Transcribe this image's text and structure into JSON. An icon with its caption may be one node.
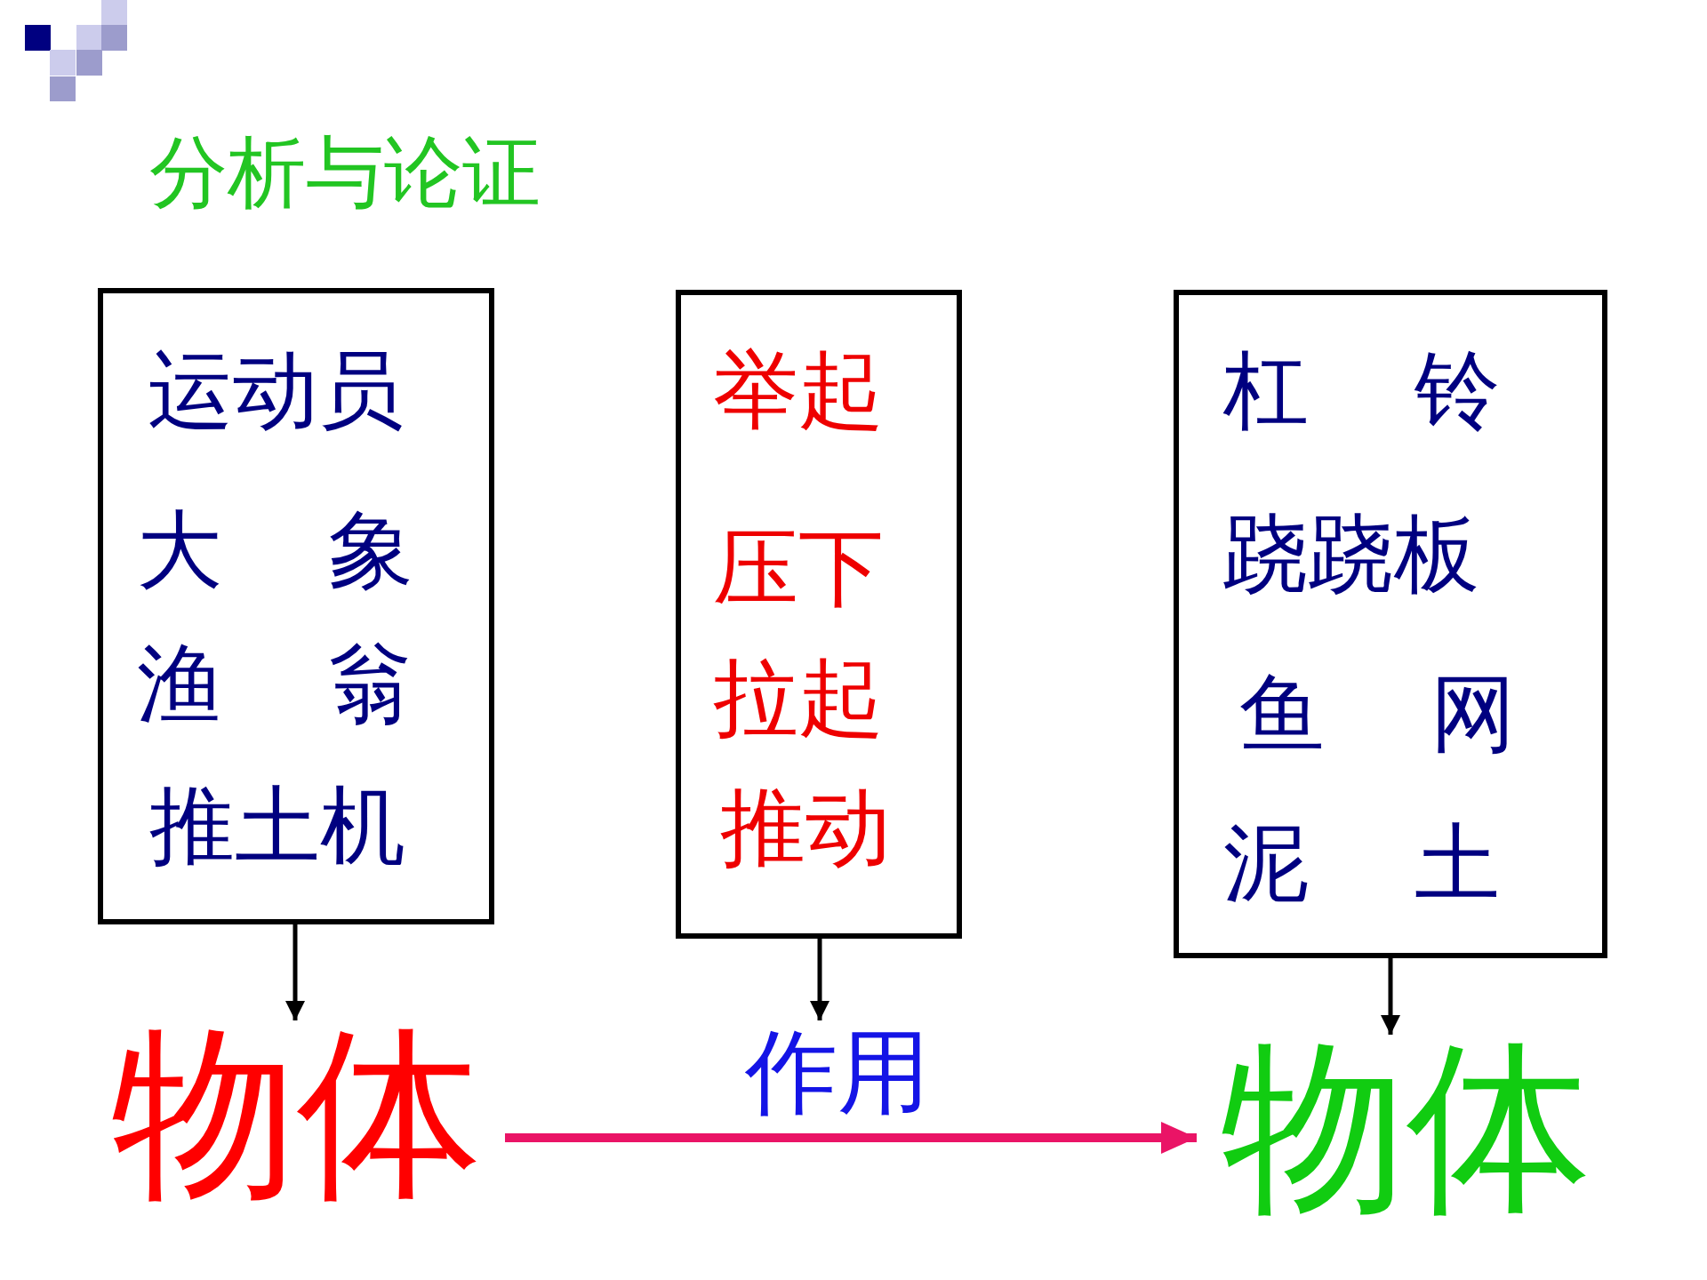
{
  "diagram": {
    "title": "分析与论证",
    "nodes": [
      {
        "text": [
          "运动员",
          "大 象",
          "渔 翁",
          "推土机"
        ]
      },
      {
        "text": [
          "举起",
          "压下",
          "拉起",
          "推动"
        ]
      },
      {
        "text": [
          "杠 铃",
          "跷跷板",
          "鱼 网",
          "泥 土"
        ]
      },
      {
        "text": [
          "物体"
        ]
      },
      {
        "text": [
          "物体"
        ]
      }
    ],
    "edges": [
      {
        "from": 0,
        "to": 3,
        "arrow": "to"
      },
      {
        "from": 1,
        "to": null,
        "arrow": "to"
      },
      {
        "from": 2,
        "to": 4,
        "arrow": "to"
      },
      {
        "from": 3,
        "to": 4,
        "arrow": "to",
        "label": "作用",
        "style": "thick",
        "color": "#ea1466"
      }
    ]
  }
}
